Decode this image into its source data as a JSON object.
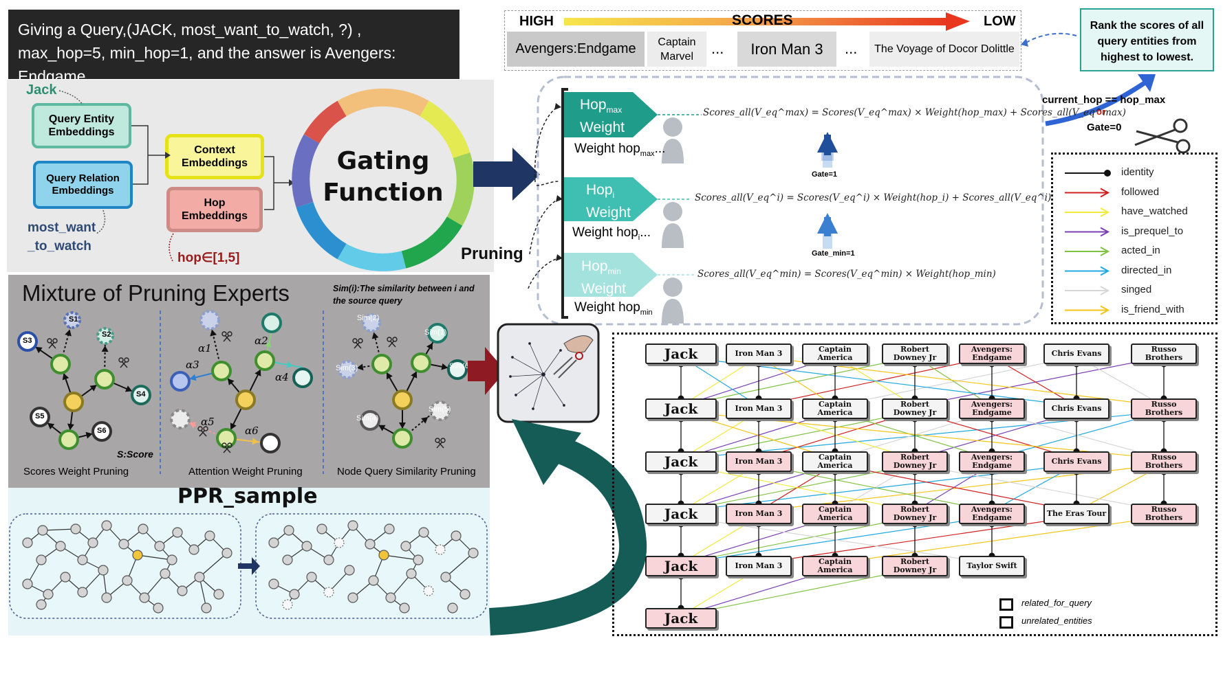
{
  "query_text": "Giving a Query,(JACK, most_want_to_watch, ?) , max_hop=5, min_hop=1, and the answer is Avengers: Endgame",
  "embedding": {
    "jack_label": "Jack",
    "query_entity": "Query Entity Embeddings",
    "query_relation": "Query Relation Embeddings",
    "relation_label": "most_want _to_watch",
    "context": "Context Embeddings",
    "hop": "Hop Embeddings",
    "hop_range": "hop∈[1,5]",
    "gating": "Gating Function"
  },
  "pruning_label": "Pruning",
  "scores": {
    "high": "HIGH",
    "title": "SCORES",
    "low": "LOW",
    "items": [
      "Avengers:Endgame",
      "Captain Marvel",
      "...",
      "Iron Man 3",
      "...",
      "The Voyage of Docor Dolittle"
    ]
  },
  "rank_text": "Rank the scores of all query entities from highest to lowest.",
  "hop_weights": {
    "max": {
      "title": "Hop",
      "sub": "max",
      "title2": "Weight",
      "caption": "Weight hop",
      "caption_sub": "max",
      "caption_tail": "..."
    },
    "i": {
      "title": "Hop",
      "sub": "i",
      "title2": "Weight",
      "caption": "Weight hop",
      "caption_sub": "i",
      "caption_tail": "..."
    },
    "min": {
      "title": "Hop",
      "sub": "min",
      "title2": "Weight",
      "caption": "Weight hop",
      "caption_sub": "min",
      "caption_tail": ""
    }
  },
  "formulas": {
    "max": "Scores_all(V_eq^max) = Scores(V_eq^max) × Weight(hop_max) + Scores_all(V_eq^max)",
    "i": "Scores_all(V_eq^i) = Scores(V_eq^i) × Weight(hop_i) + Scores_all(V_eq^i)",
    "min": "Scores_all(V_eq^min) = Scores(V_eq^min) × Weight(hop_min)"
  },
  "gates": {
    "g1": "Gate=1",
    "gmin": "Gate_min=1"
  },
  "stop_condition": {
    "line1": "current_hop == hop_max",
    "or": "or",
    "line2": "Gate=0"
  },
  "edge_legend": [
    {
      "label": "identity",
      "color": "#111111"
    },
    {
      "label": "followed",
      "color": "#d11f1f"
    },
    {
      "label": "have_watched",
      "color": "#f2ea3a"
    },
    {
      "label": "is_prequel_to",
      "color": "#7b3fb5"
    },
    {
      "label": "acted_in",
      "color": "#7fc241"
    },
    {
      "label": "directed_in",
      "color": "#1fa9e0"
    },
    {
      "label": "singed",
      "color": "#d6d6d6"
    },
    {
      "label": "is_friend_with",
      "color": "#f5c518"
    }
  ],
  "mixture": {
    "title": "Mixture of Pruning Experts",
    "sim_note": "Sim(i):The similarity between i and the source query",
    "score_note": "S:Score",
    "expert1": "Scores Weight Pruning",
    "expert2": "Attention Weight Pruning",
    "expert3": "Node Query Similarity  Pruning",
    "s_labels": [
      "S1",
      "S2",
      "S3",
      "S4",
      "S5",
      "S6"
    ],
    "alpha_labels": [
      "α1",
      "α2",
      "α3",
      "α4",
      "α5",
      "α6"
    ],
    "sim_labels": [
      "Sim(1)",
      "Sim(2)",
      "Sim(3)",
      "Sim(4)",
      "Sim(5)",
      "Sim(6)"
    ]
  },
  "ppr_title": "PPR_sample",
  "kg": {
    "rows": [
      [
        {
          "label": "Jack",
          "rel": false
        },
        {
          "label": "Iron Man 3",
          "rel": false
        },
        {
          "label": "Captain America",
          "rel": false
        },
        {
          "label": "Robert Downey Jr",
          "rel": false
        },
        {
          "label": "Avengers: Endgame",
          "rel": true
        },
        {
          "label": "Chris Evans",
          "rel": false
        },
        {
          "label": "Russo Brothers",
          "rel": false
        }
      ],
      [
        {
          "label": "Jack",
          "rel": false
        },
        {
          "label": "Iron Man 3",
          "rel": false
        },
        {
          "label": "Captain America",
          "rel": false
        },
        {
          "label": "Robert Downey Jr",
          "rel": false
        },
        {
          "label": "Avengers: Endgame",
          "rel": true
        },
        {
          "label": "Chris Evans",
          "rel": false
        },
        {
          "label": "Russo Brothers",
          "rel": true
        }
      ],
      [
        {
          "label": "Jack",
          "rel": false
        },
        {
          "label": "Iron Man 3",
          "rel": true
        },
        {
          "label": "Captain America",
          "rel": false
        },
        {
          "label": "Robert Downey Jr",
          "rel": true
        },
        {
          "label": "Avengers: Endgame",
          "rel": true
        },
        {
          "label": "Chris Evans",
          "rel": true
        },
        {
          "label": "Russo Brothers",
          "rel": true
        }
      ],
      [
        {
          "label": "Jack",
          "rel": false
        },
        {
          "label": "Iron Man 3",
          "rel": true
        },
        {
          "label": "Captain America",
          "rel": true
        },
        {
          "label": "Robert Downey Jr",
          "rel": true
        },
        {
          "label": "Avengers: Endgame",
          "rel": true
        },
        {
          "label": "The Eras Tour",
          "rel": false
        },
        {
          "label": "Russo Brothers",
          "rel": true
        }
      ],
      [
        {
          "label": "Jack",
          "rel": true
        },
        {
          "label": "Iron Man 3",
          "rel": false
        },
        {
          "label": "Captain America",
          "rel": true
        },
        {
          "label": "Robert Downey Jr",
          "rel": true
        },
        {
          "label": "Taylor Swift",
          "rel": false
        }
      ],
      [
        {
          "label": "Jack",
          "rel": true
        }
      ]
    ],
    "legend_related": "related_for_query",
    "legend_unrelated": "unrelated_entities"
  }
}
